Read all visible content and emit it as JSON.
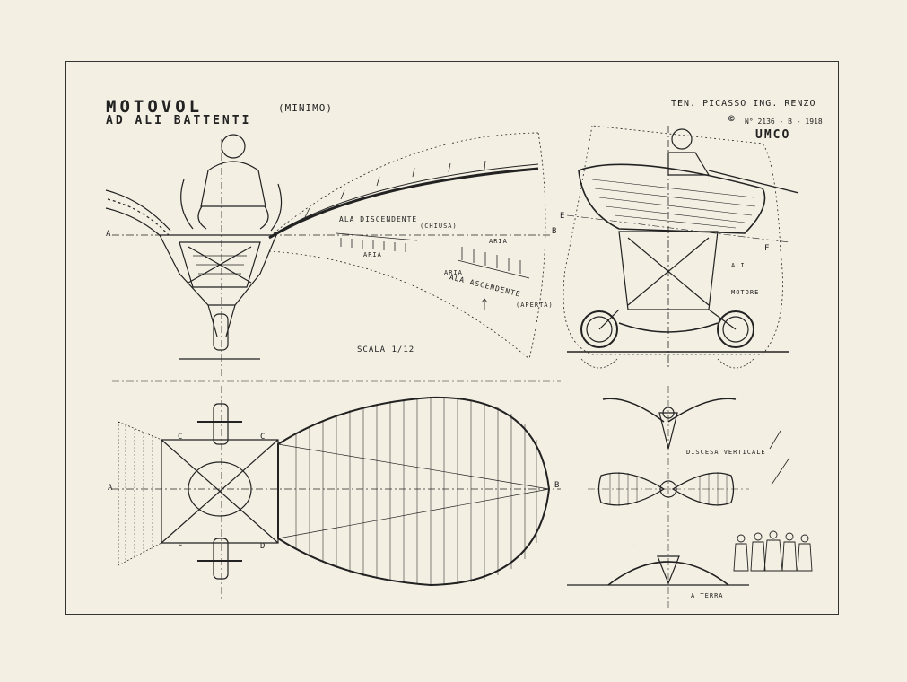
{
  "header": {
    "title": "MOTOVOL",
    "subtitle": "AD ALI BATTENTI",
    "variant": "(MINIMO)",
    "author": "TEN. PICASSO ING. RENZO",
    "patent_symbol": "©",
    "patent_number": "N° 2136 - B - 1918",
    "brand": "UMCO"
  },
  "labels": {
    "wing_down": "ALA DISCENDENTE",
    "wing_down_note": "(CHIUSA)",
    "air_1": "ARIA",
    "air_2": "ARIA",
    "air_3": "ARIA",
    "wing_up": "ALA ASCENDENTE",
    "wing_up_note": "(APERTA)",
    "scale": "SCALA 1/12",
    "vertical_descent": "DISCESA VERTICALE",
    "on_ground": "A TERRA",
    "side_note_1": "ALI",
    "side_note_2": "MOTORE",
    "point_a": "A",
    "point_b": "B",
    "point_c": "C",
    "point_d": "D",
    "point_e": "E",
    "point_f": "F"
  },
  "colors": {
    "ink": "#222222",
    "paper": "#f4efe3"
  }
}
